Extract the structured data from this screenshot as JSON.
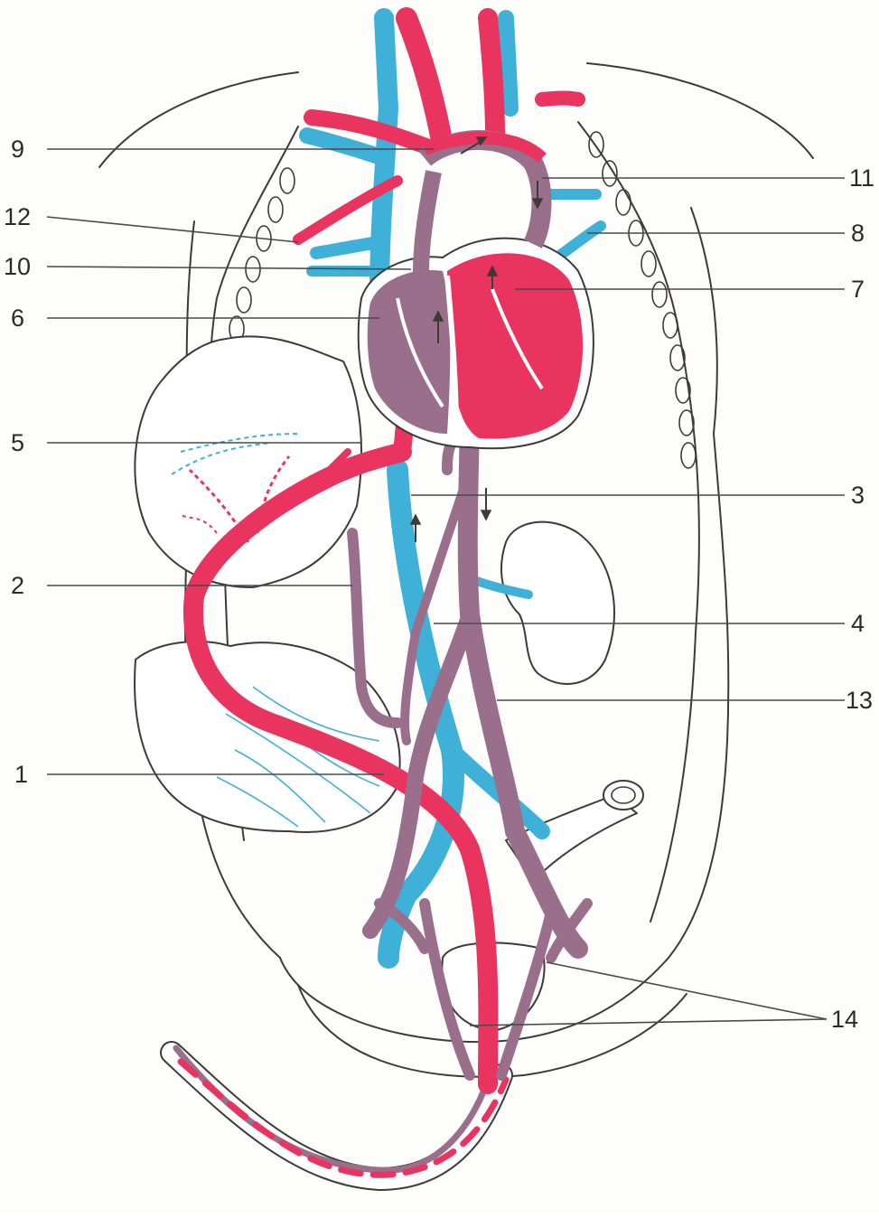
{
  "labels": [
    {
      "id": "label-9",
      "text": "9"
    },
    {
      "id": "label-12",
      "text": "12"
    },
    {
      "id": "label-10",
      "text": "10"
    },
    {
      "id": "label-6",
      "text": "6"
    },
    {
      "id": "label-5",
      "text": "5"
    },
    {
      "id": "label-2",
      "text": "2"
    },
    {
      "id": "label-1",
      "text": "1"
    },
    {
      "id": "label-11",
      "text": "11"
    },
    {
      "id": "label-8",
      "text": "8"
    },
    {
      "id": "label-7",
      "text": "7"
    },
    {
      "id": "label-3",
      "text": "3"
    },
    {
      "id": "label-4",
      "text": "4"
    },
    {
      "id": "label-13",
      "text": "13"
    },
    {
      "id": "label-14",
      "text": "14"
    }
  ],
  "colors": {
    "oxygenated": "#e8345f",
    "deoxygenated": "#3fb0d8",
    "mixed": "#9a6f8c",
    "outline": "#3e3a36"
  }
}
